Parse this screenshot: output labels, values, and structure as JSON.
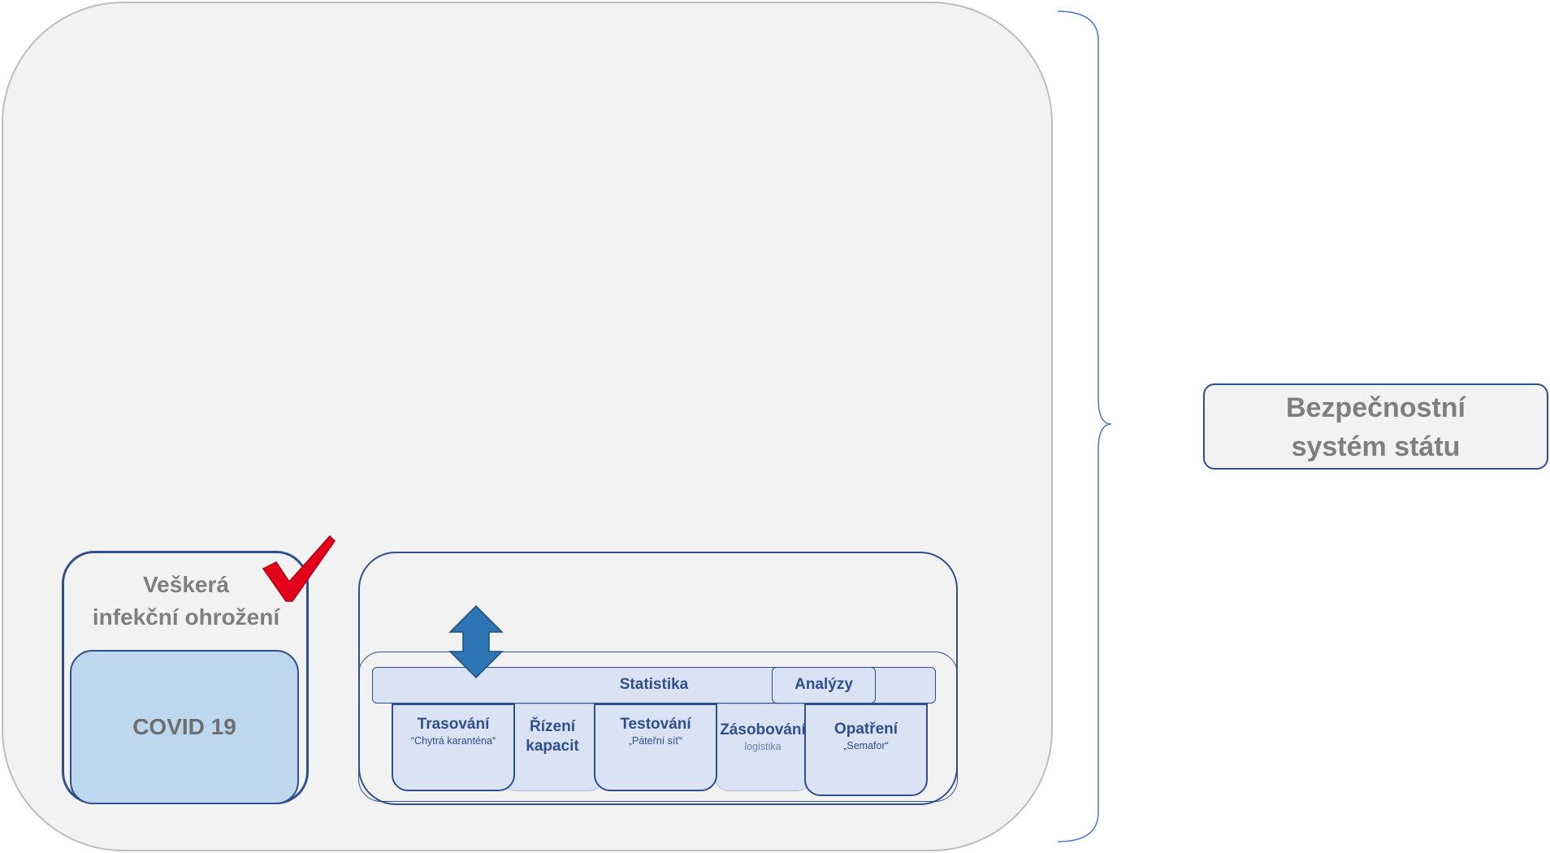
{
  "left_module": {
    "title_line1": "Veškerá",
    "title_line2": "infekční ohrožení",
    "covid_label": "COVID 19"
  },
  "right_module": {
    "statistika": "Statistika",
    "analyzy": "Analýzy",
    "columns": [
      {
        "name": "Trasování",
        "sub": "“Chytrá karanténa“"
      },
      {
        "name_line1": "Řízení",
        "name_line2": "kapacit"
      },
      {
        "name": "Testování",
        "sub": "„Páteřní síť“"
      },
      {
        "name": "Zásobování",
        "sub": "logistika"
      },
      {
        "name": "Opatření",
        "sub": "„Semafor“"
      }
    ]
  },
  "state_label": {
    "line1": "Bezpečnostní",
    "line2": "systém státu"
  },
  "colors": {
    "outer_fill": "#f2f2f2",
    "border_blue": "#2f4f8f",
    "covid_fill": "#bdd7ee",
    "light_fill": "#dae3f3",
    "arrow_blue": "#2e75b6",
    "check_red": "#e3001b"
  }
}
